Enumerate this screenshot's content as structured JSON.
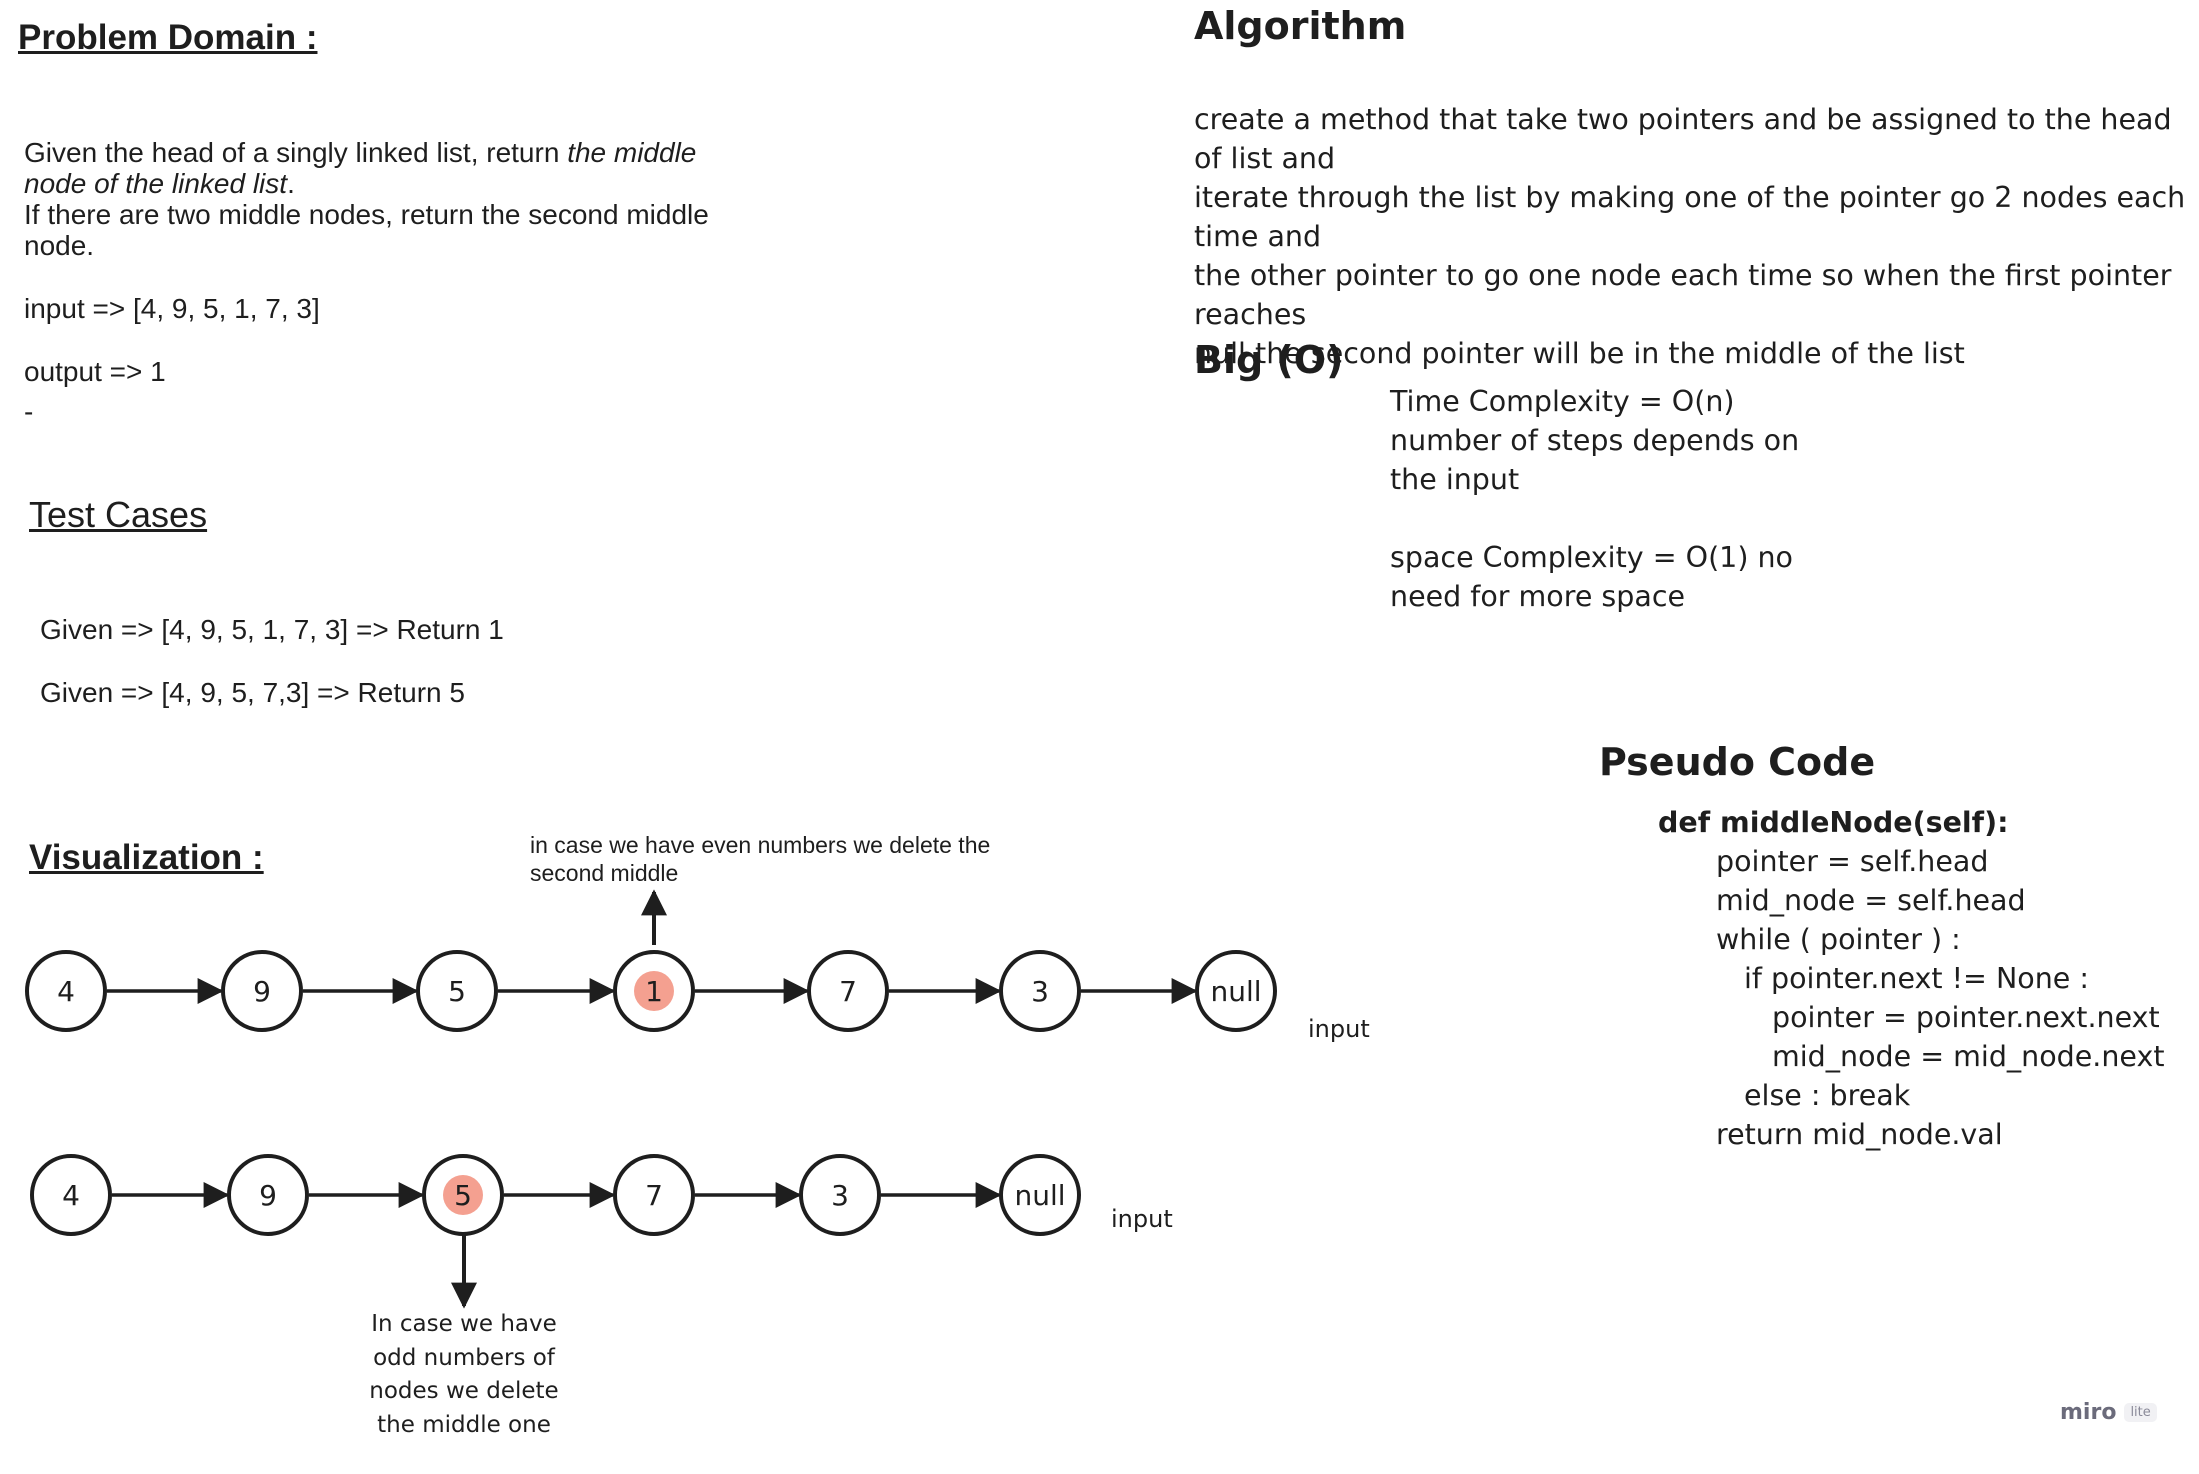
{
  "problem_domain": {
    "title": "Problem Domain :",
    "desc_part1": "Given the head of a singly linked list, return ",
    "desc_italic": "the middle node of the linked list",
    "desc_part2": ".",
    "desc_line2": "If there are two middle nodes, return the second middle node.",
    "input": "input => [4, 9, 5, 1, 7, 3]",
    "output": "output => 1",
    "dash": "-"
  },
  "test_cases": {
    "title": "Test Cases",
    "case1": "Given => [4, 9, 5, 1, 7, 3] => Return 1",
    "case2": "Given => [4, 9, 5, 7,3] => Return 5"
  },
  "visualization": {
    "title": "Visualization :",
    "note_even": "in case we have even numbers we delete the second middle",
    "note_odd": "In case we have odd numbers of nodes we delete the middle one",
    "input_label": "input",
    "list1": [
      "4",
      "9",
      "5",
      "1",
      "7",
      "3",
      "null"
    ],
    "list1_highlight": "1",
    "list2": [
      "4",
      "9",
      "5",
      "7",
      "3",
      "null"
    ],
    "list2_highlight": "5",
    "highlight_color": "#f4a090"
  },
  "algorithm": {
    "title": "Algorithm",
    "lines": [
      "create a method that take two pointers and be assigned to the head of list and",
      "iterate through the list by making one of the pointer go 2 nodes each time and",
      "the other pointer to go one node each time so when the first pointer reaches",
      "null the second pointer will be in the middle of the list"
    ]
  },
  "big_o": {
    "title": "Big (O)",
    "lines": [
      "Time Complexity = O(n)",
      "number of steps depends on",
      "the input",
      "",
      "space Complexity = O(1) no",
      "need for more space"
    ]
  },
  "pseudo_code": {
    "title": "Pseudo Code",
    "def_line": "def middleNode(self):",
    "lines": [
      "pointer = self.head",
      "mid_node = self.head",
      "while ( pointer ) :",
      "if pointer.next != None :",
      "pointer = pointer.next.next",
      "mid_node = mid_node.next",
      "else : break",
      "return mid_node.val"
    ]
  },
  "branding": {
    "logo": "miro",
    "badge": "lite"
  }
}
